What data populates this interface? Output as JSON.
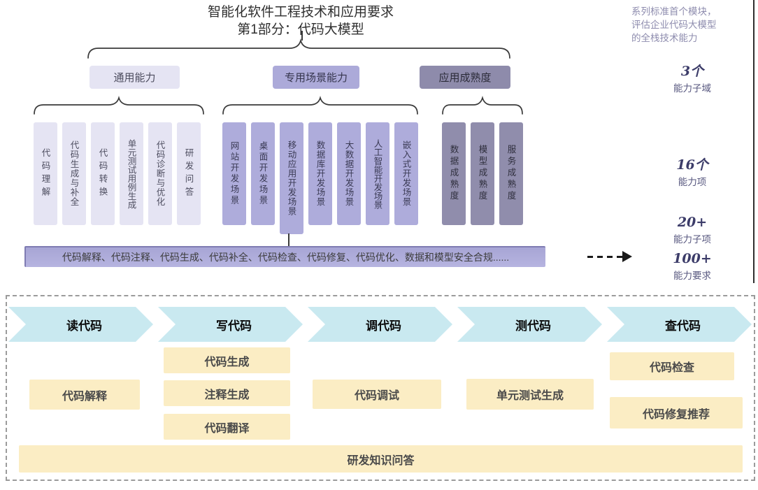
{
  "diagram": {
    "title": {
      "line1": "智能化软件工程技术和应用要求",
      "line2": "第1部分：代码大模型"
    },
    "side_note": {
      "line1": "系列标准首个模块，",
      "line2": "评估企业代码大模型",
      "line3": "的全栈技术能力"
    },
    "domains": [
      {
        "label": "通用能力",
        "items": [
          "代码理解",
          "代码生成与补全",
          "代码转换",
          "单元测试用例生成",
          "代码诊断与优化",
          "研发问答"
        ]
      },
      {
        "label": "专用场景能力",
        "items": [
          "网站开发场景",
          "桌面开发场景",
          "移动应用开发场景",
          "数据库开发场景",
          "大数据开发场景",
          "人工智能开发场景",
          "嵌入式开发场景"
        ]
      },
      {
        "label": "应用成熟度",
        "items": [
          "数据成熟度",
          "模型成熟度",
          "服务成熟度"
        ]
      }
    ],
    "summary_bar": "代码解释、代码注释、代码生成、代码补全、代码检查、代码修复、代码优化、数据和模型安全合规......",
    "metrics": [
      {
        "value": "3个",
        "label": "能力子域"
      },
      {
        "value": "16个",
        "label": "能力项"
      },
      {
        "value": "20+",
        "label": "能力子项"
      },
      {
        "value": "100+",
        "label": "能力要求"
      }
    ]
  },
  "pipeline": {
    "stages": [
      {
        "label": "读代码",
        "items": [
          "代码解释"
        ]
      },
      {
        "label": "写代码",
        "items": [
          "代码生成",
          "注释生成",
          "代码翻译"
        ]
      },
      {
        "label": "调代码",
        "items": [
          "代码调试"
        ]
      },
      {
        "label": "测代码",
        "items": [
          "单元测试生成"
        ]
      },
      {
        "label": "查代码",
        "items": [
          "代码检查",
          "代码修复推荐"
        ]
      }
    ],
    "shared_item": "研发知识问答"
  },
  "colors": {
    "domain_light": "#e5e4f3",
    "domain_medium": "#acaad9",
    "domain_dark": "#8e8bab",
    "summary_bar": "#aeacdb",
    "stage_chevron": "#c9e9f0",
    "task_box": "#fbedc4",
    "metric_text": "#3c3c69",
    "note_text": "#8e8cae",
    "brace_stroke": "#3a3a3a"
  }
}
